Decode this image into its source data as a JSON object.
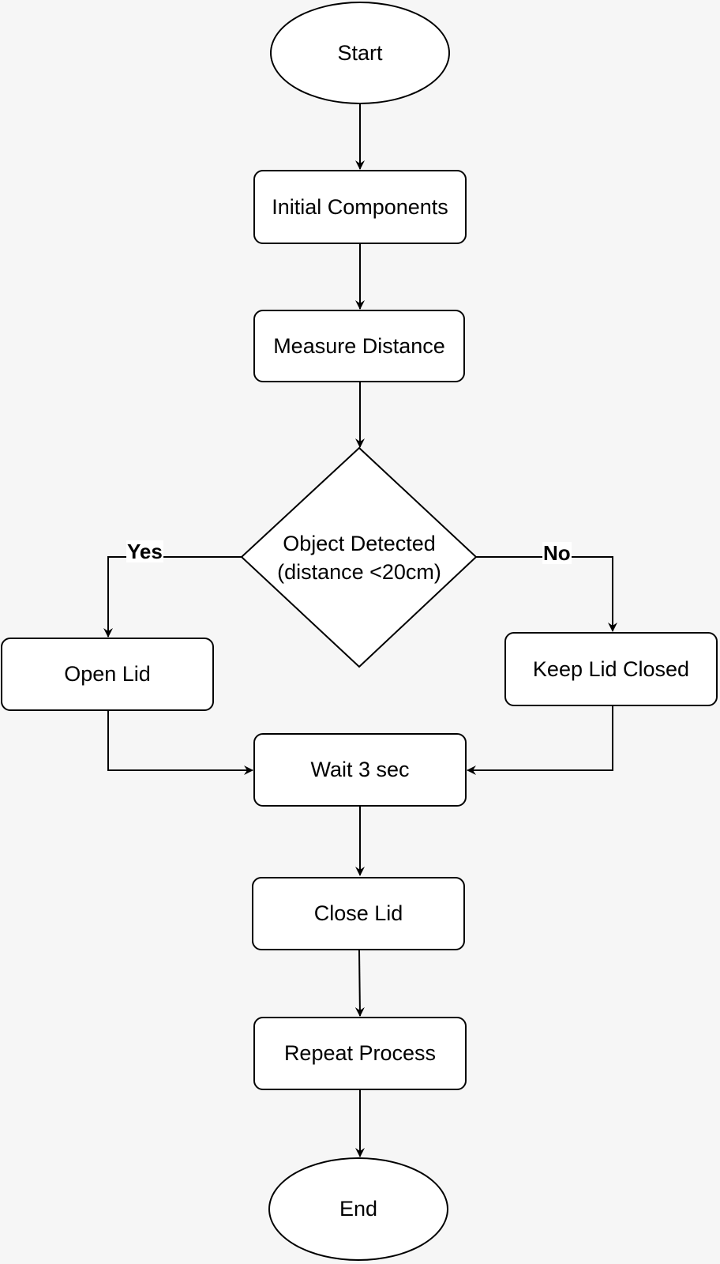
{
  "nodes": {
    "start": "Start",
    "init": "Initial Components",
    "measure": "Measure Distance",
    "decision_line1": "Object Detected",
    "decision_line2": "(distance <20cm)",
    "open": "Open Lid",
    "keep": "Keep Lid Closed",
    "wait": "Wait 3 sec",
    "close": "Close Lid",
    "repeat": "Repeat Process",
    "end": "End"
  },
  "edges": {
    "yes": "Yes",
    "no": "No"
  }
}
